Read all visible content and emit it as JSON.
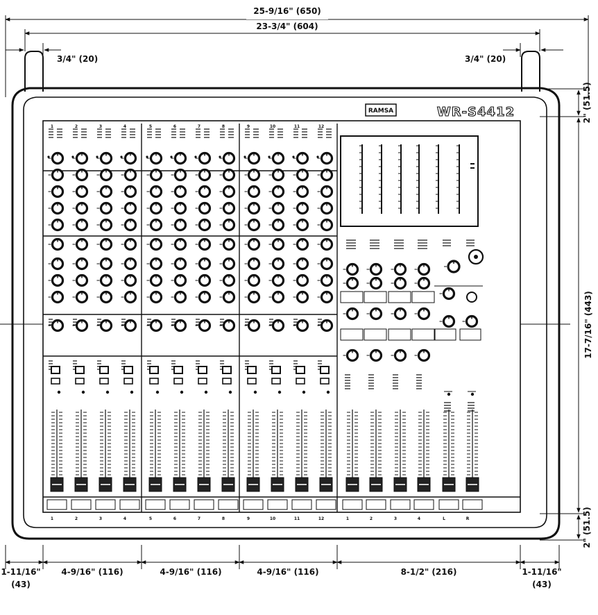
{
  "dimensions": {
    "overall_width": "25-9/16\" (650)",
    "handle_span": "23-3/4\" (604)",
    "left_handle_offset": "3/4\" (20)",
    "right_handle_offset": "3/4\" (20)",
    "top_margin": "2\" (51.5)",
    "panel_height": "17-7/16\" (443)",
    "bottom_margin": "2\" (51.5)",
    "left_edge_line1": "1-11/16\"",
    "left_edge_line2": "(43)",
    "right_edge_line1": "1-11/16\"",
    "right_edge_line2": "(43)",
    "group1_width": "4-9/16\" (116)",
    "group2_width": "4-9/16\" (116)",
    "group3_width": "4-9/16\" (116)",
    "master_width": "8-1/2\" (216)"
  },
  "device": {
    "brand": "RAMSA",
    "model": "WR-S4412"
  },
  "channels": {
    "top_labels": [
      "1",
      "2",
      "3",
      "4",
      "5",
      "6",
      "7",
      "8",
      "9",
      "10",
      "11",
      "12"
    ],
    "bottom_labels": [
      "1",
      "2",
      "3",
      "4",
      "5",
      "6",
      "7",
      "8",
      "9",
      "10",
      "11",
      "12"
    ],
    "master_bottom_labels": [
      "1",
      "2",
      "3",
      "4",
      "L",
      "R"
    ]
  }
}
